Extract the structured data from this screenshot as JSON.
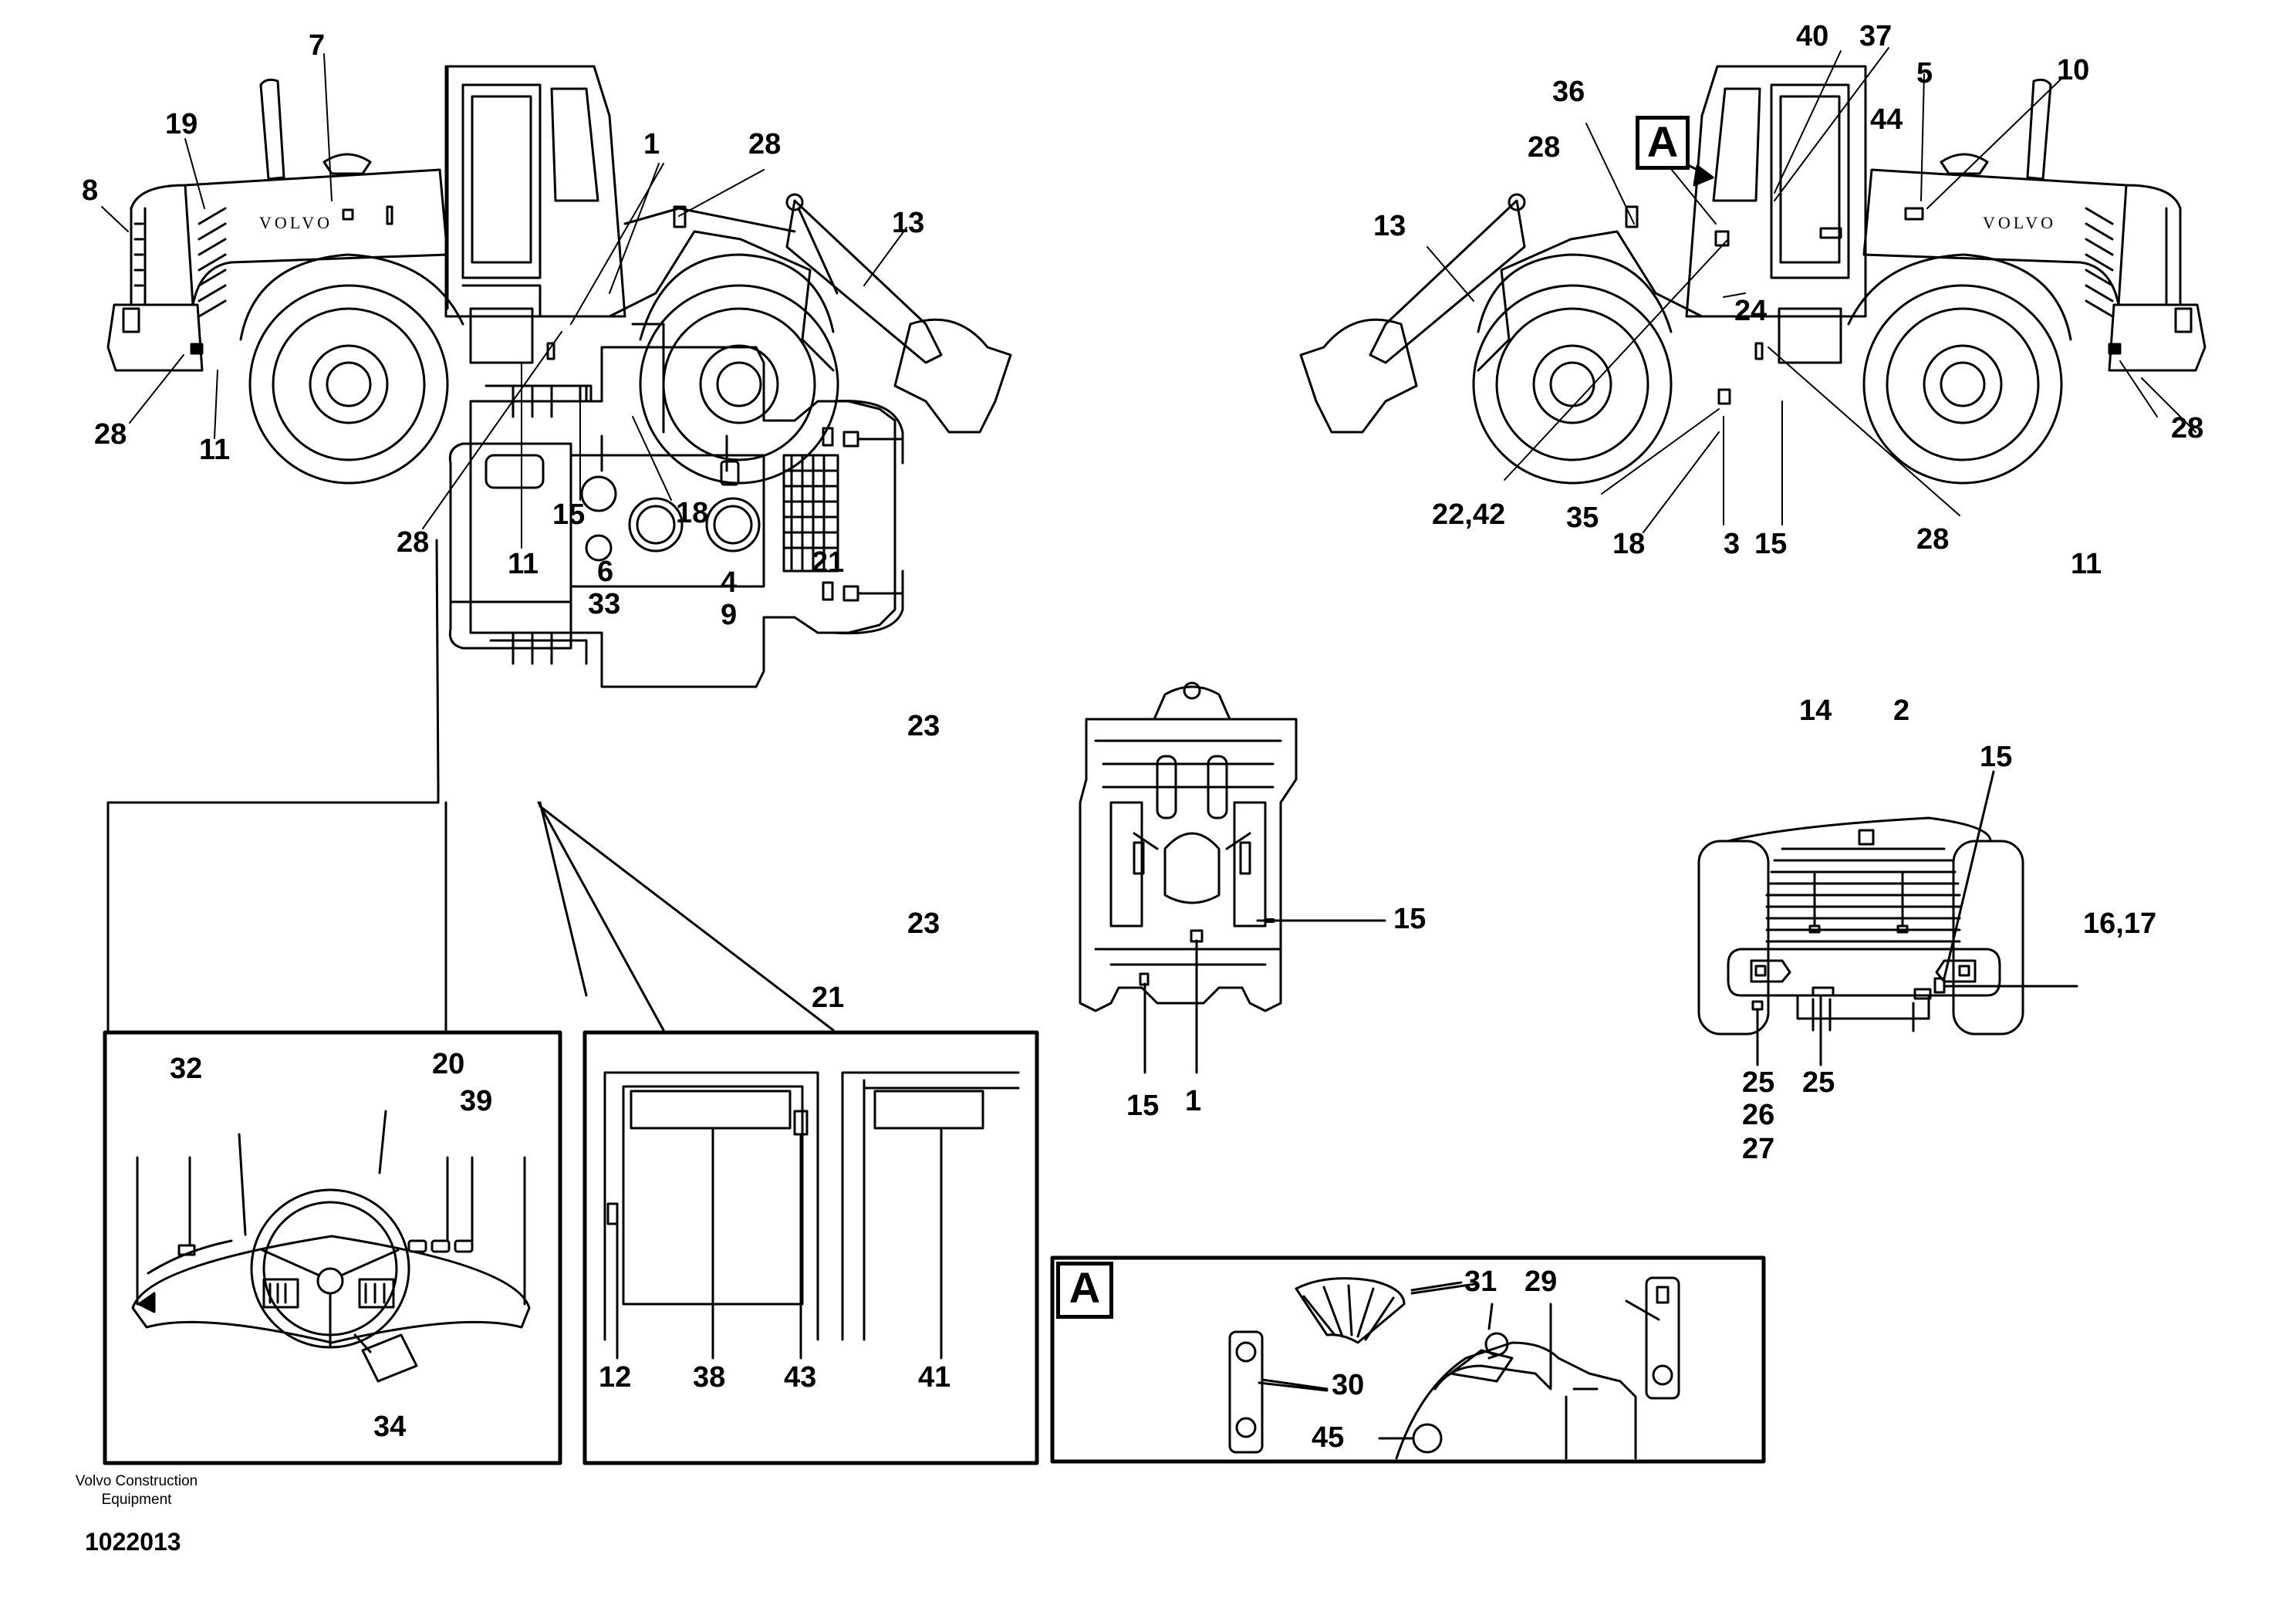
{
  "footer": {
    "company_line1": "Volvo Construction",
    "company_line2": "Equipment",
    "figure_number": "1022013"
  },
  "detail_marker": "A",
  "brand_text": "VOLVO",
  "callouts": {
    "left_side_view": [
      "7",
      "19",
      "8",
      "1",
      "28",
      "13",
      "28",
      "11",
      "28",
      "11",
      "15",
      "18"
    ],
    "right_side_view": [
      "40",
      "37",
      "5",
      "10",
      "36",
      "44",
      "28",
      "13",
      "24",
      "22,42",
      "35",
      "18",
      "3",
      "15",
      "28",
      "11",
      "28"
    ],
    "top_view": [
      "6",
      "33",
      "4",
      "9",
      "21",
      "23",
      "23",
      "21"
    ],
    "frame_view": [
      "15",
      "15",
      "1"
    ],
    "rear_view": [
      "14",
      "2",
      "15",
      "16,17",
      "25",
      "26",
      "27",
      "25"
    ],
    "cab_detail": [
      "32",
      "20",
      "39",
      "34"
    ],
    "door_detail": [
      "12",
      "38",
      "43",
      "41"
    ],
    "detail_a": [
      "31",
      "29",
      "30",
      "45"
    ]
  }
}
